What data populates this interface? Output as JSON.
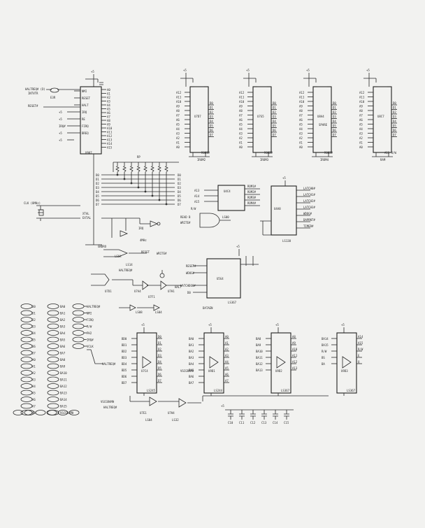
{
  "colors": {
    "paper": "#f2f2f0",
    "ink": "#2a2a2a"
  },
  "cpu": {
    "vcc": "+5",
    "name": "U907",
    "in_left": [
      "HALTREQ# (D)",
      "INTVTR",
      "RESET#"
    ],
    "in_left_sub": "E3R",
    "left_pins": [
      "NMI",
      "RESET",
      "HALT",
      "IRQ",
      "RE",
      "FIRQ",
      "BREQ"
    ],
    "left_vals": [
      "+5",
      "+5",
      "IRQ#",
      "+5",
      "+5"
    ],
    "right_pins": [
      "A0",
      "A1",
      "A2",
      "A3",
      "A4",
      "A5",
      "A6",
      "A7",
      "A8",
      "A9",
      "A10",
      "A11",
      "A12",
      "A13",
      "A14",
      "A15"
    ],
    "data_pins": [
      "D0",
      "D1",
      "D2",
      "D3",
      "D4",
      "D5",
      "D6",
      "D7"
    ],
    "clock_in": "CLK (8MHz)",
    "clock_pins": [
      "XTAL",
      "EXTAL"
    ],
    "bottom_label": "GNDRO"
  },
  "roms": [
    {
      "vcc": "+5",
      "name": "U7D7",
      "decode": "IROM2",
      "sel": "ROM1#",
      "addr": [
        "A12",
        "A11",
        "A10",
        "A9",
        "A8",
        "A7",
        "A6",
        "A5",
        "A4",
        "A3",
        "A2",
        "A1",
        "A0"
      ],
      "data": [
        "D0",
        "D1",
        "D2",
        "D3",
        "D4",
        "D5",
        "D6",
        "D7"
      ]
    },
    {
      "vcc": "+5",
      "name": "U7G5",
      "decode": "IROM3",
      "sel": "ROM2#",
      "addr": [
        "A12",
        "A11",
        "A10",
        "A9",
        "A8",
        "A7",
        "A6",
        "A5",
        "A4",
        "A3",
        "A2",
        "A1",
        "A0"
      ],
      "data": [
        "D0",
        "D1",
        "D2",
        "D3",
        "D4",
        "D5",
        "D6",
        "D7"
      ]
    },
    {
      "vcc": "+5",
      "name": "U8A4",
      "decode": "IROM4",
      "sel": "ROM3#",
      "addr": [
        "A12",
        "A11",
        "A10",
        "A9",
        "A8",
        "A7",
        "A6",
        "A5",
        "A4",
        "A3",
        "A2",
        "A1",
        "A0"
      ],
      "data": [
        "D0",
        "D1",
        "D2",
        "D3",
        "D4",
        "D5",
        "D6",
        "D7"
      ],
      "extra": "SPARE"
    },
    {
      "vcc": "+5",
      "name": "U8C7",
      "decode": "RAM",
      "sel": "A15 R/W",
      "addr": [
        "A12",
        "A11",
        "A10",
        "A9",
        "A8",
        "A7",
        "A6",
        "A5",
        "A4",
        "A3",
        "A2",
        "A1",
        "A0"
      ],
      "data": [
        "D0",
        "D1",
        "D2",
        "D3",
        "D4",
        "D5",
        "D6",
        "D7"
      ]
    }
  ],
  "resistor_pack": {
    "name": "RP",
    "labels": [
      "D0",
      "D1",
      "D2",
      "D3",
      "D4",
      "D5",
      "D6",
      "D7"
    ]
  },
  "rom_decoder": {
    "name": "U4C4",
    "inputs": [
      "A13",
      "A14",
      "A15",
      "R/W"
    ],
    "outputs": [
      "ROM1#",
      "ROM2#",
      "ROM3#",
      "ROM4#"
    ],
    "gate_labels": [
      "READ B",
      "WRITE#",
      "LS00"
    ]
  },
  "latch_decoder": {
    "name": "U4A8",
    "vcc": "+5",
    "outputs": [
      "LATCH0#",
      "LATCH1#",
      "LATCH2#",
      "LATCH3#",
      "WDOG#",
      "DAPRNT#",
      "TIMER#"
    ],
    "chip": "LS138"
  },
  "clock_gates": {
    "labels": [
      "IRQ",
      "4MHz",
      "RESET",
      "LS04",
      "LS14"
    ],
    "out": "WRITE#"
  },
  "halt_logic": {
    "label": "HALTREQ#",
    "gates": [
      "U7D1",
      "U7A4",
      "U7F1",
      "U7H1"
    ],
    "out": "HALT",
    "chips": [
      "LS08",
      "LS04"
    ]
  },
  "u5g4": {
    "name": "U5G4",
    "vcc": "+5",
    "inputs": [
      "RESET#",
      "WDOG#",
      "WATCHDOG#",
      "D0"
    ],
    "chip": "LS367",
    "out": "DATAEN"
  },
  "connector_left": [
    "D0",
    "D1",
    "D2",
    "D3",
    "D4",
    "D5",
    "D6",
    "D7",
    "A0",
    "A1",
    "A2",
    "A3",
    "A4",
    "A5",
    "A6",
    "A7",
    "A8"
  ],
  "connector_right": [
    "BA0",
    "BA1",
    "BA2",
    "BA3",
    "BA4",
    "BA5",
    "BA6",
    "BA7",
    "BA8",
    "BA9",
    "BA10",
    "BA11",
    "BA12",
    "BA13",
    "BA14",
    "BA15",
    "VSCGRAMH"
  ],
  "connector_far": [
    "HALTREQ#",
    "NMI",
    "FIRQ",
    "R/W",
    "PH2",
    "IRQ#",
    "VCLK"
  ],
  "halt_net": "HALTREQ#",
  "buffers": [
    {
      "vcc": "+5",
      "name": "U7C4",
      "chip": "LS245",
      "in": [
        "BD0",
        "BD1",
        "BD2",
        "BD3",
        "BD4",
        "BD5",
        "BD6",
        "BD7"
      ],
      "out": [
        "D0",
        "D1",
        "D2",
        "D3",
        "D4",
        "D5",
        "D6",
        "D7"
      ]
    },
    {
      "vcc": "+5",
      "name": "U9D1",
      "chip": "LS244",
      "in": [
        "BA0",
        "BA1",
        "BA2",
        "BA3",
        "BA4",
        "BA5",
        "BA6",
        "BA7"
      ],
      "out": [
        "A0",
        "A1",
        "A2",
        "A3",
        "A4",
        "A5",
        "A6",
        "A7"
      ],
      "extra": "VSCGRAM#"
    },
    {
      "vcc": "+5",
      "name": "U9D2",
      "chip": "LS367",
      "in": [
        "BA8",
        "BA9",
        "BA10",
        "BA11",
        "BA12",
        "BA13"
      ],
      "out": [
        "A8",
        "A9",
        "A10",
        "A11",
        "A12",
        "A13"
      ]
    },
    {
      "vcc": "+5",
      "name": "U9D3",
      "chip": "LS367",
      "in": [
        "BA14",
        "BA15",
        "R/W",
        "BS",
        "BA"
      ],
      "out": [
        "A14",
        "A15",
        "R/W",
        "E",
        "Q"
      ]
    }
  ],
  "bottom_logic": {
    "labels": [
      "VSCGRAMH",
      "HALTREQ#",
      "U7E1",
      "U7H4",
      "LS04",
      "LS32"
    ]
  },
  "bypass": {
    "vcc": "+5",
    "caps": [
      "C10",
      "C11",
      "C12",
      "C13",
      "C14",
      "C15"
    ]
  }
}
